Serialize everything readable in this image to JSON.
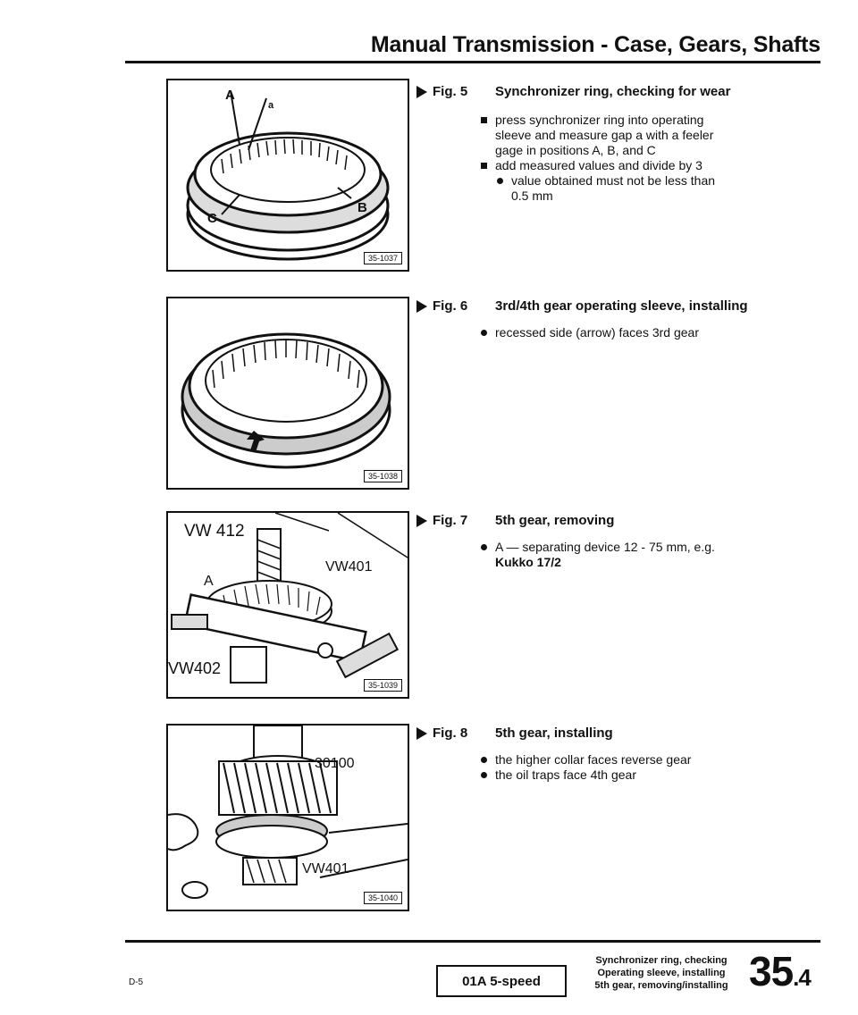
{
  "header": {
    "title": "Manual Transmission - Case, Gears, Shafts"
  },
  "figures": [
    {
      "label": "Fig. 5",
      "number": "35-1037",
      "letters": [
        "A",
        "a",
        "B",
        "C"
      ],
      "title": "Synchronizer ring, checking for wear",
      "lines": [
        {
          "style": "sq",
          "text": "press synchronizer ring into operating"
        },
        {
          "style": "cont",
          "text": "sleeve and measure gap a with a feeler"
        },
        {
          "style": "cont",
          "text": "gage in positions A, B, and C"
        },
        {
          "style": "sq",
          "text": "add measured values and divide by 3"
        },
        {
          "style": "dot sub",
          "text": "value obtained must not be less than"
        },
        {
          "style": "cont sub",
          "text": "0.5 mm"
        }
      ]
    },
    {
      "label": "Fig. 6",
      "number": "35-1038",
      "title": "3rd/4th gear operating sleeve, installing",
      "lines": [
        {
          "style": "dot",
          "text": "recessed side (arrow) faces 3rd gear"
        }
      ]
    },
    {
      "label": "Fig. 7",
      "number": "35-1039",
      "tools": [
        "VW 412",
        "VW401",
        "A",
        "VW402"
      ],
      "title": "5th gear, removing",
      "lines": [
        {
          "style": "dot",
          "text": "A — separating device 12 - 75 mm, e.g."
        },
        {
          "style": "cont",
          "text": "Kukko 17/2"
        }
      ]
    },
    {
      "label": "Fig. 8",
      "number": "35-1040",
      "tools": [
        "30100",
        "VW401"
      ],
      "title": "5th gear, installing",
      "lines": [
        {
          "style": "dot",
          "text": "the higher collar faces reverse gear"
        },
        {
          "style": "dot",
          "text": "the oil traps face 4th gear"
        }
      ]
    }
  ],
  "footer": {
    "page_code": "D-5",
    "model": "01A 5-speed",
    "toc": [
      "Synchronizer ring, checking",
      "Operating sleeve, installing",
      "5th gear, removing/installing"
    ],
    "group": "35",
    "page": ".4"
  }
}
